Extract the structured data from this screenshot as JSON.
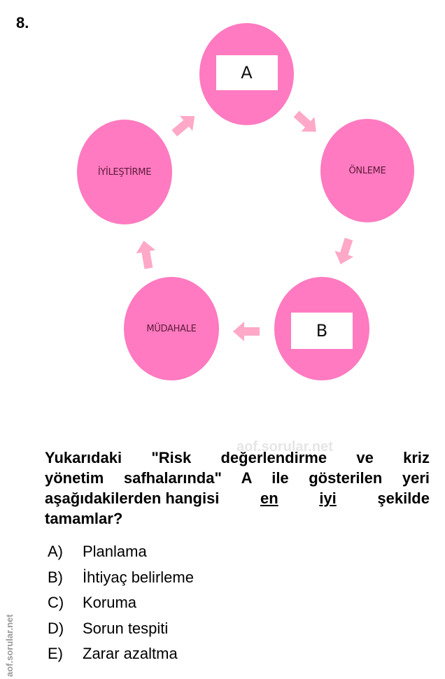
{
  "question_number": "8.",
  "diagram": {
    "nodes": [
      {
        "id": "A",
        "label": "A",
        "type": "blank-box"
      },
      {
        "id": "onleme",
        "label": "ÖNLEME",
        "type": "text"
      },
      {
        "id": "B",
        "label": "B",
        "type": "blank-box"
      },
      {
        "id": "mudahale",
        "label": "MÜDAHALE",
        "type": "text"
      },
      {
        "id": "iyilestirme",
        "label": "İYİLEŞTİRME",
        "type": "text"
      }
    ],
    "flow": [
      "A",
      "ÖNLEME",
      "B",
      "MÜDAHALE",
      "İYİLEŞTİRME",
      "A"
    ],
    "colors": {
      "circle": "#ff7ac0",
      "arrow": "#ffa8c8",
      "label": "#5a1a3a"
    }
  },
  "question": {
    "line1": "Yukarıdaki \"Risk değerlendirme ve kriz",
    "line2": "yönetim safhalarında\" A ile gösterilen yeri",
    "line3_pre": "aşağıdakilerden hangisi",
    "underline1": "en",
    "underline2": "iyi",
    "line3_post": "şekilde",
    "line4": "tamamlar?"
  },
  "options": [
    {
      "letter": "A)",
      "text": "Planlama"
    },
    {
      "letter": "B)",
      "text": "İhtiyaç belirleme"
    },
    {
      "letter": "C)",
      "text": "Koruma"
    },
    {
      "letter": "D)",
      "text": "Sorun tespiti"
    },
    {
      "letter": "E)",
      "text": "Zarar azaltma"
    }
  ],
  "watermarks": {
    "center": "aof.sorular.net",
    "side": "aof.sorular.net"
  }
}
